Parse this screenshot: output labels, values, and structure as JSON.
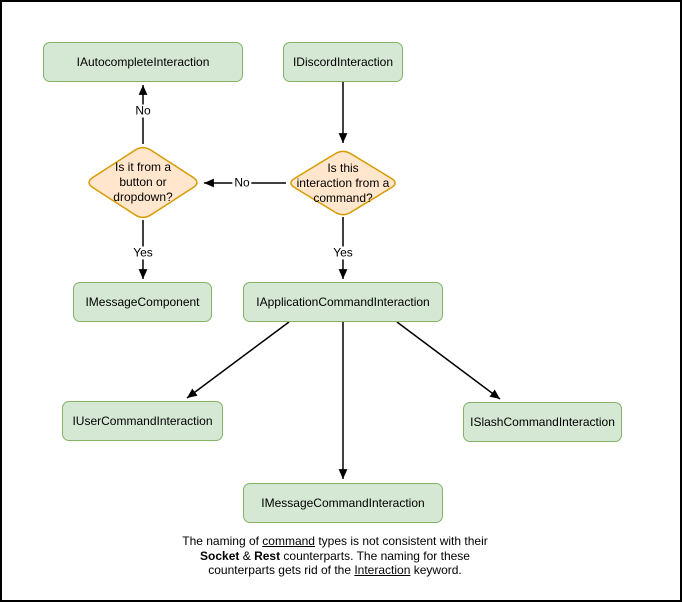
{
  "diagram": {
    "nodes": {
      "autocomplete": {
        "label": "IAutocompleteInteraction"
      },
      "discord": {
        "label": "IDiscordInteraction"
      },
      "message_component": {
        "label": "IMessageComponent"
      },
      "application_command": {
        "label": "IApplicationCommandInteraction"
      },
      "user_command": {
        "label": "IUserCommandInteraction"
      },
      "slash_command": {
        "label": "ISlashCommandInteraction"
      },
      "message_command": {
        "label": "IMessageCommandInteraction"
      }
    },
    "decisions": {
      "button_dropdown": {
        "lines": [
          "Is it from a",
          "button or",
          "dropdown?"
        ]
      },
      "from_command": {
        "lines": [
          "Is this",
          "interaction from a",
          "command?"
        ]
      }
    },
    "edge_labels": {
      "no_top": "No",
      "no_left": "No",
      "yes_left": "Yes",
      "yes_right": "Yes"
    },
    "colors": {
      "node_fill": "#d5e8d4",
      "node_border": "#82b366",
      "decision_fill": "#ffe6cc",
      "decision_border": "#d79b00",
      "edge": "#000000"
    },
    "note": {
      "line1": {
        "pre": "The naming of ",
        "underlined": "command",
        "post": " types is not consistent with their"
      },
      "line2": {
        "bold1": "Socket",
        "mid": " & ",
        "bold2": "Rest",
        "post": " counterparts. The naming for these"
      },
      "line3": {
        "pre": "counterparts gets rid of the ",
        "underlined": "Interaction",
        "post": " keyword."
      }
    }
  }
}
